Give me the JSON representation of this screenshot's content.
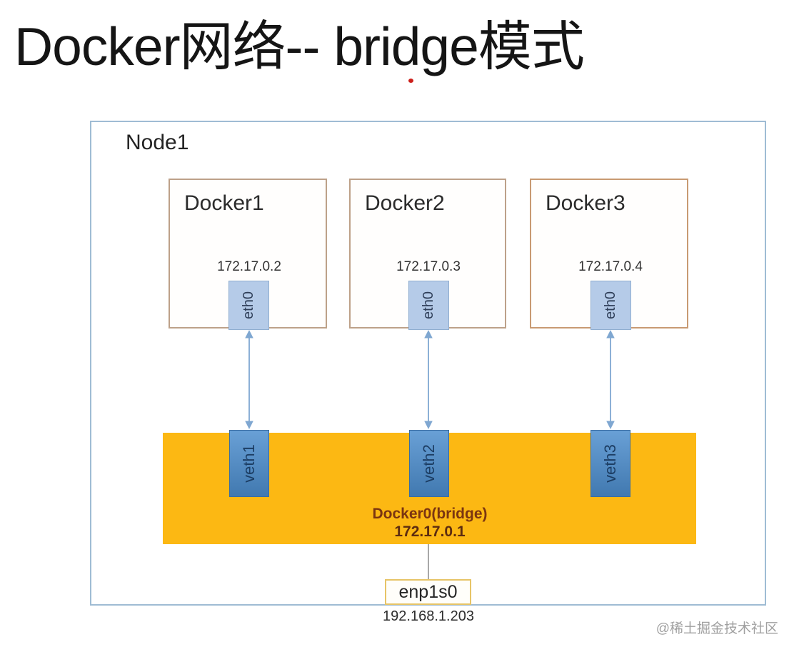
{
  "title": "Docker网络-- bridge模式",
  "node": {
    "label": "Node1"
  },
  "containers": [
    {
      "name": "Docker1",
      "ip": "172.17.0.2",
      "interface": "eth0",
      "veth": "veth1"
    },
    {
      "name": "Docker2",
      "ip": "172.17.0.3",
      "interface": "eth0",
      "veth": "veth2"
    },
    {
      "name": "Docker3",
      "ip": "172.17.0.4",
      "interface": "eth0",
      "veth": "veth3"
    }
  ],
  "bridge": {
    "label": "Docker0(bridge)",
    "ip": "172.17.0.1"
  },
  "host_interface": {
    "label": "enp1s0",
    "ip": "192.168.1.203"
  },
  "watermark": "@稀土掘金技术社区",
  "colors": {
    "bridge_bar": "#fcb813",
    "veth_box_top": "#69a0d6",
    "veth_box_bottom": "#4179b0",
    "eth_box": "#b5cbe8",
    "node_border": "#9fbcd4",
    "container_border": "#bda189",
    "host_if_border": "#e7c467",
    "arrow": "#7fa7d1",
    "bridge_text": "#7b3511",
    "red_dot": "#cc1f1a",
    "watermark_text": "#a0a0a0"
  }
}
